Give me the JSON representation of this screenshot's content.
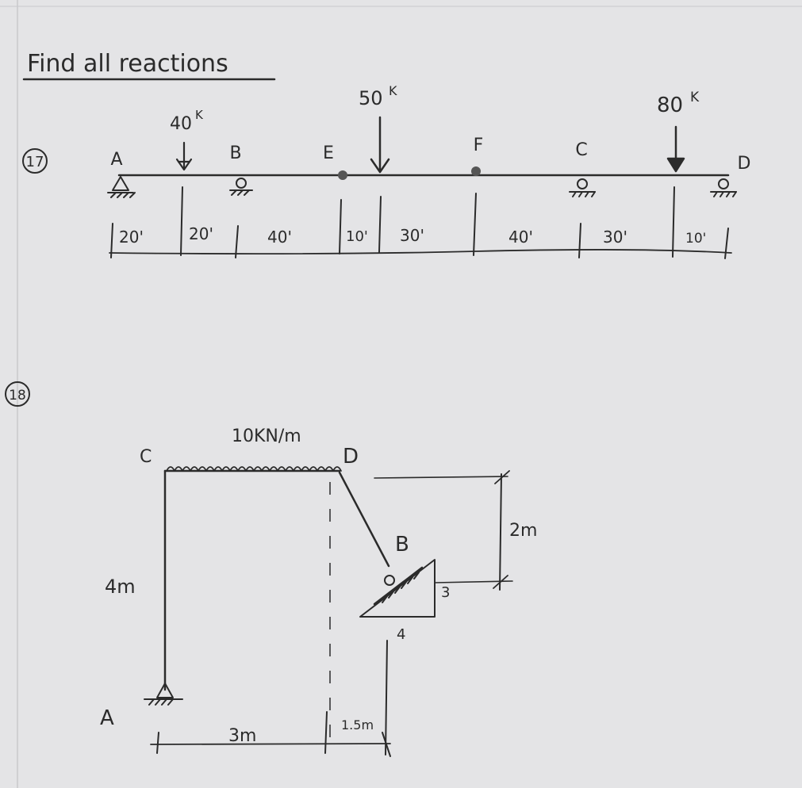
{
  "header": {
    "title": "Find all reactions"
  },
  "problem17": {
    "number": "17",
    "points": {
      "A": "A",
      "B": "B",
      "E": "E",
      "F": "F",
      "C": "C",
      "D": "D"
    },
    "loads": [
      {
        "label": "40",
        "unit": "K"
      },
      {
        "label": "50",
        "unit": "K"
      },
      {
        "label": "80",
        "unit": "K"
      }
    ],
    "dims": [
      "20'",
      "20'",
      "40'",
      "10'",
      "30'",
      "40'",
      "30'",
      "10'"
    ]
  },
  "problem18": {
    "number": "18",
    "load": "10KN/m",
    "labels": {
      "A": "A",
      "B": "B",
      "C": "C",
      "D": "D"
    },
    "height": "4m",
    "span": "3m",
    "offset": "1.5m",
    "rise": "2m",
    "slope": {
      "rise": "3",
      "run": "4"
    }
  }
}
